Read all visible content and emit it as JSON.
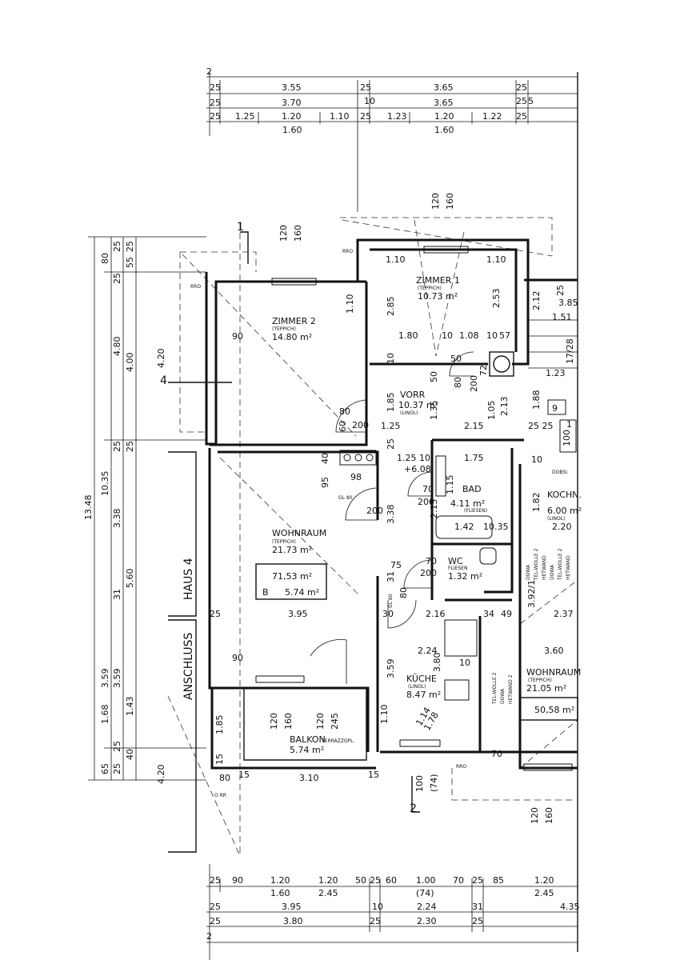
{
  "top_dims": {
    "row0": [
      "2"
    ],
    "row1": [
      "25",
      "3.55",
      "25",
      "3.65",
      "25"
    ],
    "row2": [
      "25",
      "3.70",
      "10",
      "3.65",
      "25",
      "5"
    ],
    "row3": [
      "25",
      "1.25",
      "1.20",
      "1.10",
      "25",
      "1.23",
      "1.20",
      "1.22",
      "25"
    ],
    "row3b": [
      "1.60",
      "1.60"
    ]
  },
  "bottom_dims": {
    "row1": [
      "25",
      "90",
      "1.20",
      "1.20",
      "50",
      "25",
      "60",
      "1.00",
      "70",
      "25",
      "85",
      "1.20"
    ],
    "row1b": [
      "1.60",
      "2.45",
      "(74)",
      "2.45"
    ],
    "row2": [
      "25",
      "3.95",
      "10",
      "2.24",
      "31",
      "4.35"
    ],
    "row3": [
      "25",
      "3.80",
      "25",
      "2.30",
      "25"
    ],
    "row4": [
      "2"
    ]
  },
  "left_dims": [
    "13.48",
    "10.35",
    "80",
    "4.80",
    "3.38",
    "5.60",
    "3.59",
    "1.68",
    "65",
    "25",
    "25",
    "25",
    "55",
    "25",
    "4.20",
    "4.00",
    "25",
    "31",
    "3.59",
    "1.43",
    "25",
    "40",
    "25",
    "4.20"
  ],
  "rooms": {
    "zimmer1": {
      "name": "ZIMMER 1",
      "floor": "(TEPPICH)",
      "area": "10.73 m²"
    },
    "zimmer2": {
      "name": "ZIMMER 2",
      "floor": "(TEPPICH)",
      "area": "14.80 m²"
    },
    "vorr": {
      "name": "VORR",
      "floor": "(LINOL)",
      "area": "10.37 m²"
    },
    "bad": {
      "name": "BAD",
      "floor": "(FLIESEN)",
      "area": "4.11 m²"
    },
    "wc": {
      "name": "WC",
      "floor": "FLIESEN",
      "area": "1.32 m²"
    },
    "wohnraum": {
      "name": "WOHNRAUM",
      "floor": "(TEPPICH)",
      "area": "21.73 m²"
    },
    "kueche": {
      "name": "KÜCHE",
      "floor": "(LINOL)",
      "area": "8.47 m²"
    },
    "balkon": {
      "name": "BALKON",
      "floor": "TERRAZZOPL.",
      "area": "5.74 m²"
    },
    "kochn": {
      "name": "KOCHN.",
      "floor": "(LINOL)",
      "area": "6.00 m²"
    },
    "wohnraum2": {
      "name": "WOHNRAUM",
      "floor": "(TEPPICH)",
      "area": "21.05 m²"
    }
  },
  "summary": {
    "total": "71,53 m²",
    "balcony_prefix": "B",
    "balcony": "5.74 m²"
  },
  "summary2": {
    "total": "50,58 m²"
  },
  "labels": {
    "haus": "HAUS 4",
    "anschluss": "ANSCHLUSS",
    "section_top": "1",
    "section_bottom": "2",
    "section_left": "4",
    "rro1": "RRO",
    "rro2": "RRO",
    "rro3": "RRO",
    "orr": "O RR",
    "gl1": "GL 80",
    "gl2": "GL 80",
    "b9": "9",
    "b1": "1"
  },
  "inner_dims": {
    "d_1_10a": "1.10",
    "d_1_10b": "1.10",
    "d_120a": "120",
    "d_160a": "160",
    "d_120b": "120",
    "d_160b": "160",
    "d_2_85": "2.85",
    "d_2_53": "2.53",
    "d_1_10c": "1.10",
    "d_90a": "90",
    "d_1_80": "1.80",
    "d_10a": "10",
    "d_1_08": "1.08",
    "d_10b": "10",
    "d_57": "57",
    "d_10c": "10",
    "d_50a": "50",
    "d_50b": "50",
    "d_72": "72",
    "d_80a": "80",
    "d_200a": "200",
    "d_1_85": "1.85",
    "d_1_35": "1.35",
    "d_80b": "80",
    "d_200b": "200",
    "d_1_25a": "1.25",
    "d_2_15a": "2.15",
    "d_25a": "25",
    "d_60": "60",
    "d_1_25b": "1.25",
    "d_10d": "10",
    "d_1_75": "1.75",
    "d_6_08": "+6.08",
    "d_40": "40",
    "d_95": "95",
    "d_98": "98",
    "d_200c": "200",
    "d_3_38": "3.38",
    "d_70a": "70",
    "d_200d": "200",
    "d_1_15": "1.15",
    "d_2_15b": "2.15",
    "d_1_42": "1.42",
    "d_10_35": "10.35",
    "d_75": "75",
    "d_70b": "70",
    "d_200e": "200",
    "d_31": "31",
    "d_80c": "80",
    "d_30": "30",
    "d_3_95": "3.95",
    "d_25b": "25",
    "d_2_16": "2.16",
    "d_34": "34",
    "d_49": "49",
    "d_2_37": "2.37",
    "d_2_24": "2.24",
    "d_3_60": "3.60",
    "d_90b": "90",
    "d_3_59": "3.59",
    "d_3_80": "3.80",
    "d_10e": "10",
    "d_1_10d": "1.10",
    "d_1_14": "1.14",
    "d_1_78": "1.78",
    "d_120c": "120",
    "d_160c": "160",
    "d_120d": "120",
    "d_245": "245",
    "d_1_85b": "1.85",
    "d_15a": "15",
    "d_80d": "80",
    "d_15b": "15",
    "d_3_10": "3.10",
    "d_15c": "15",
    "d_100": "100",
    "d_74": "(74)",
    "d_120e": "120",
    "d_160e": "160",
    "d_70c": "70",
    "d_3_85": "3.85",
    "d_2_12": "2.12",
    "d_1_51": "1.51",
    "d_17_28": "17/28",
    "d_1_23": "1.23",
    "d_1_88": "1.88",
    "d_2_13": "2.13",
    "d_1_05": "1.05",
    "d_2_20": "2.20",
    "d_1_82": "1.82",
    "d_25c": "25",
    "d_2_25": "25 25",
    "d_100b": "100",
    "d_10f": "10",
    "d_3_92": "3.92/1"
  },
  "wall_notes": {
    "dowa1": "DOWA",
    "telwolle1": "TEL-WOLLE 2",
    "hw1": "HETWAND",
    "dowa2": "DOWA",
    "telwolle2": "TEL-WOLLE 2",
    "hw2": "HETWAND",
    "dobsi": "DOBSI.",
    "telwolle3": "TEL-WOLLE 2",
    "dowa3": "DOWA",
    "hw3": "HETWAND 2"
  }
}
